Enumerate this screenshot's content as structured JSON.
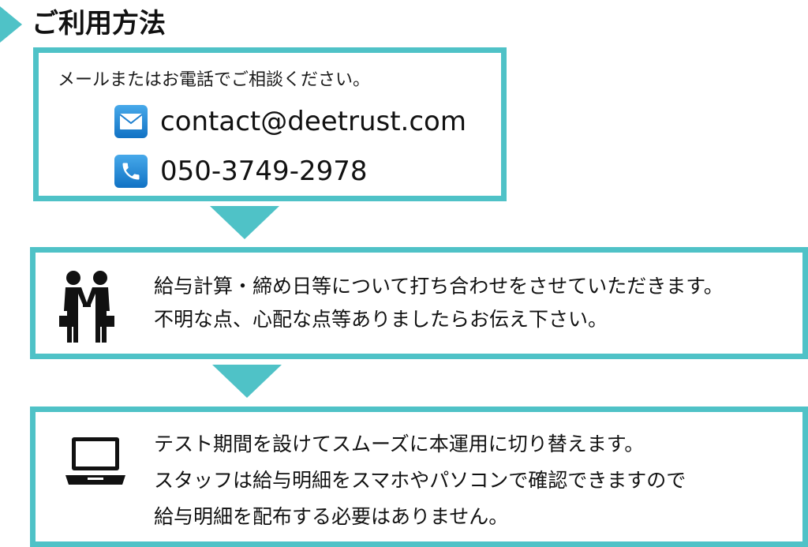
{
  "header": {
    "title": "ご利用方法",
    "accent_color": "#4fc2c7"
  },
  "step1": {
    "intro": "メールまたはお電話でご相談ください。",
    "email": "contact@deetrust.com",
    "phone": "050-3749-2978",
    "icons": [
      "mail-icon",
      "phone-icon"
    ]
  },
  "step2": {
    "icon": "handshake-icon",
    "lines": [
      "給与計算・締め日等について打ち合わせをさせていただきます。",
      "不明な点、心配な点等ありましたらお伝え下さい。"
    ]
  },
  "step3": {
    "icon": "laptop-icon",
    "lines": [
      "テスト期間を設けてスムーズに本運用に切り替えます。",
      "スタッフは給与明細をスマホやパソコンで確認できますので",
      "給与明細を配布する必要はありません。"
    ]
  }
}
